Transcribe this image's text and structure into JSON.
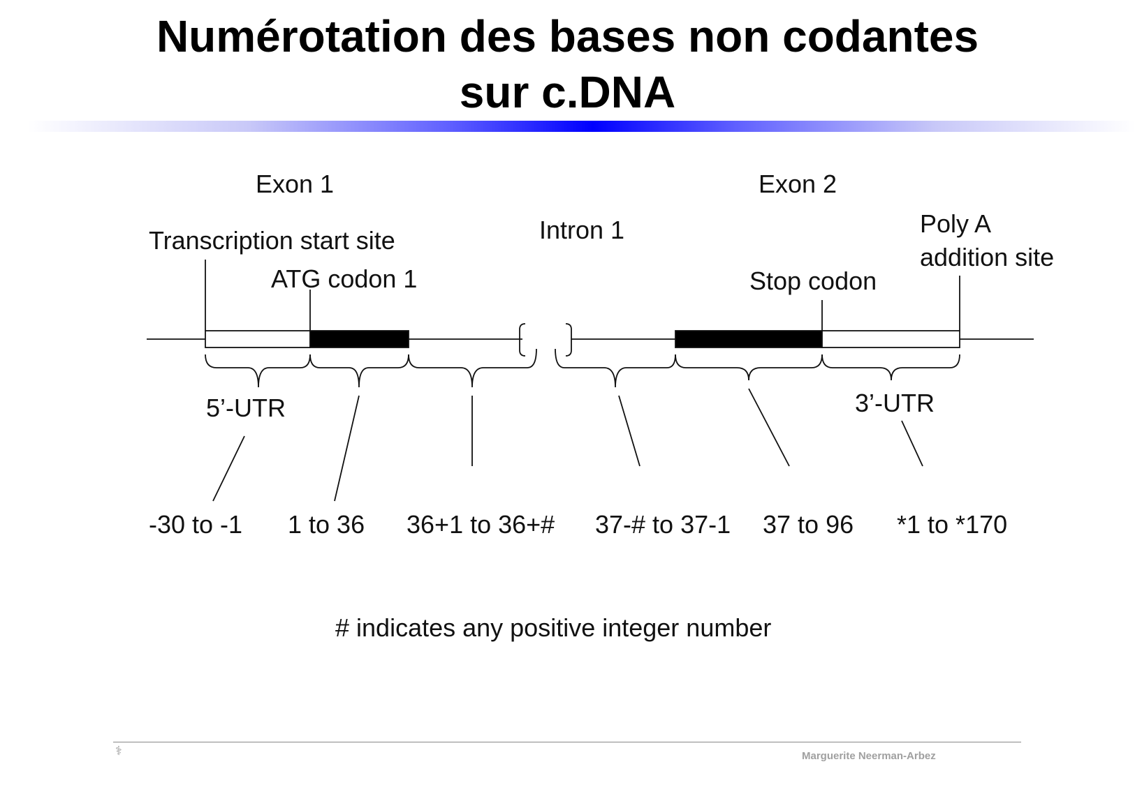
{
  "slide": {
    "title_line1": "Numérotation des bases non codantes",
    "title_line2": "sur c.DNA",
    "accent_color": "#0000ff"
  },
  "diagram": {
    "exon1_label": "Exon 1",
    "exon2_label": "Exon 2",
    "intron1_label": "Intron 1",
    "tss_label": "Transcription start site",
    "atg_label": "ATG codon 1",
    "stop_label": "Stop codon",
    "polya_label_line1": "Poly A",
    "polya_label_line2": "addition site",
    "utr5_label": "5’-UTR",
    "utr3_label": "3’-UTR",
    "ranges": [
      "-30 to -1",
      "1 to 36",
      "36+1 to 36+#",
      "37-# to 37-1",
      "37 to 96",
      "*1 to *170"
    ],
    "note": "# indicates any positive integer number"
  },
  "footer": {
    "author": "Marguerite Neerman-Arbez",
    "logo_icon": "caduceus-icon"
  }
}
